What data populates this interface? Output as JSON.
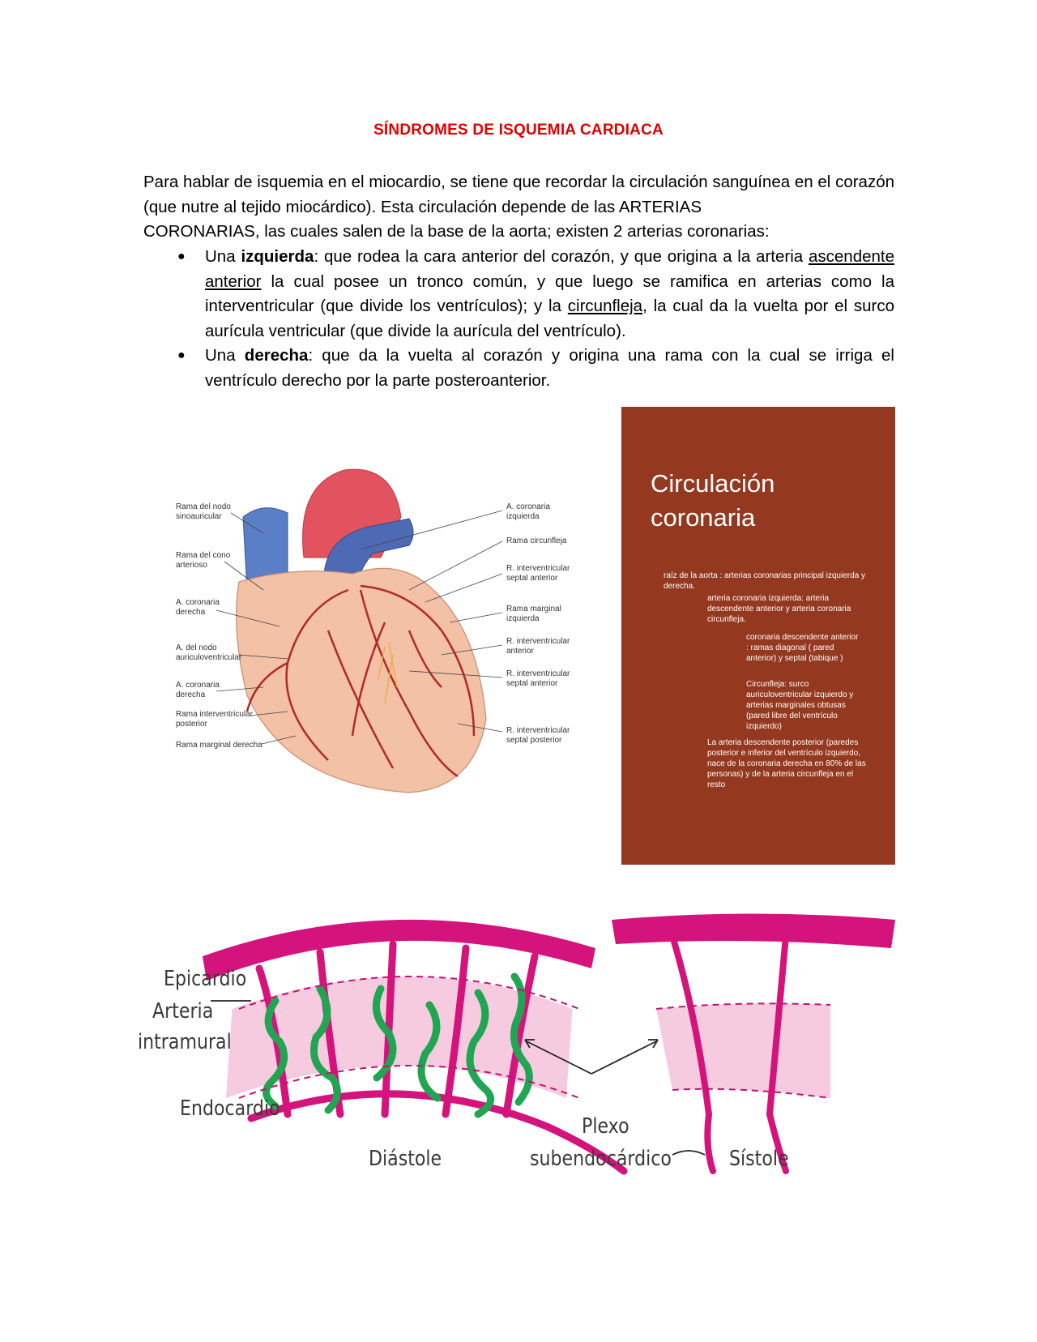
{
  "title": "SÍNDROMES DE ISQUEMIA CARDIACA",
  "intro": {
    "line1": "Para hablar de isquemia en el miocardio, se tiene que recordar la circulación sanguínea en el corazón (que nutre al tejido miocárdico). Esta circulación depende de las ARTERIAS",
    "line2": "CORONARIAS, las cuales salen de la base de la aorta; existen 2 arterias coronarias:"
  },
  "bullets": [
    {
      "prefix": "Una ",
      "bold": "izquierda",
      "text1": ": que rodea la cara anterior del corazón, y que origina a la arteria ",
      "u1": "ascendente anterior",
      "text2": " la cual posee un tronco común, y que luego se ramifica en arterias como la interventricular (que divide los ventrículos); y la ",
      "u2": "circunfleja",
      "text3": ", la cual da la vuelta por el surco aurícula ventricular (que divide la aurícula del ventrículo)."
    },
    {
      "prefix": "Una ",
      "bold": "derecha",
      "text1": ": que da la vuelta al corazón y origina una rama con la cual se irriga el ventrículo derecho por la parte posteroanterior."
    }
  ],
  "heart_figure": {
    "left_labels": [
      "Rama del nodo\nsinoauricular",
      "Rama del cono\narterioso",
      "A. coronaria\nderecha",
      "A. del nodo\nauriculoventricular",
      "A. coronaria\nderecha",
      "Rama interventricular\nposterior",
      "Rama marginal derecha"
    ],
    "right_labels": [
      "A. coronaria\nizquierda",
      "Rama circunfleja",
      "R. interventricular\nseptal anterior",
      "Rama marginal\nizquierda",
      "R. interventricular\nanterior",
      "R. interventricular\nseptal anterior",
      "R. interventricular\nseptal posterior"
    ]
  },
  "panel": {
    "title_line1": "Circulación",
    "title_line2": "coronaria",
    "t1": "raíz de la aorta : arterias coronarias principal izquierda y derecha.",
    "t2": "arteria coronaria izquierda: arteria descendente anterior y arteria coronaria circunfleja.",
    "t3": "coronaria descendente anterior : ramas diagonal ( pared anterior)  y septal (tabique )",
    "t4": "Circunfleja: surco auriculoventricular izquierdo y arterias marginales obtusas (pared libre del ventrículo izquierdo)",
    "t5": "La arteria descendente posterior (paredes posterior e inferior del ventrículo izquierdo, nace de la coronaria derecha en 80% de las personas)  y de la arteria circunfleja en el resto"
  },
  "wall_figure": {
    "epicardio": "Epicardio",
    "arteria": "Arteria",
    "intramural": "intramural",
    "endocardio": "Endocardio",
    "diastole": "Diástole",
    "plexo": "Plexo",
    "subendocardico": "subendocárdico",
    "sistole": "Sístole"
  },
  "colors": {
    "title": "#e00000",
    "panel_bg": "#94391f",
    "artery_magenta": "#d4137c",
    "plexus_green": "#22a552",
    "wall_pink": "#f6cbe0"
  }
}
